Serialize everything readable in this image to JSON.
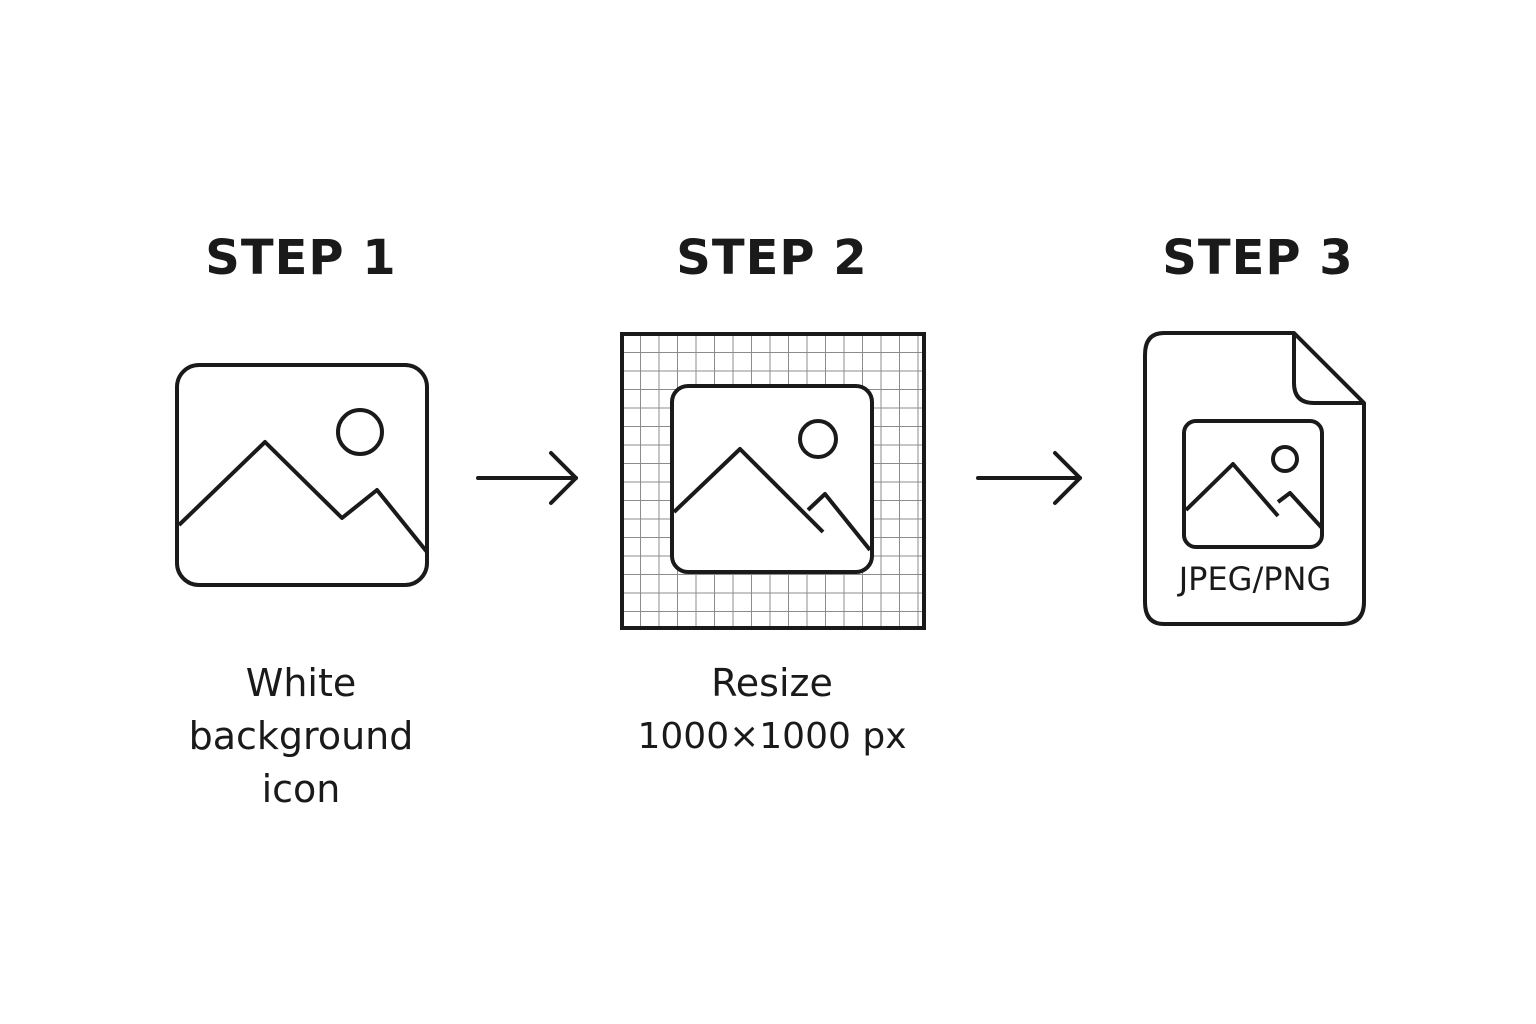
{
  "steps": [
    {
      "title": "STEP 1",
      "desc_lines": [
        "White",
        "background",
        "icon"
      ]
    },
    {
      "title": "STEP 2",
      "desc_lines": [
        "Resize",
        "1000×1000 px"
      ]
    },
    {
      "title": "STEP 3",
      "file_label": "JPEG/PNG"
    }
  ],
  "icons": {
    "step1": "image-icon",
    "step2": "grid-image-icon",
    "step3": "image-file-icon",
    "arrows": "arrow-right-icon"
  },
  "colors": {
    "stroke": "#1a1a1a",
    "grid": "#8c8c8c",
    "background": "#ffffff"
  }
}
